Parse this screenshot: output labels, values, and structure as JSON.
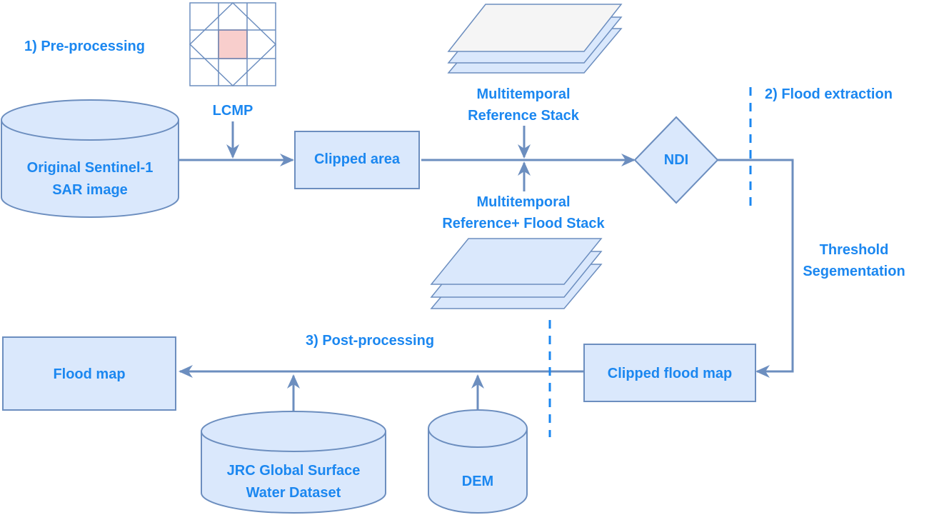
{
  "stages": {
    "pre_processing": "1) Pre-processing",
    "flood_extraction": "2) Flood extraction",
    "post_processing": "3) Post-processing"
  },
  "nodes": {
    "lcmp": "LCMP",
    "sentinel_line1": "Original Sentinel-1",
    "sentinel_line2": "SAR image",
    "clipped_area": "Clipped area",
    "ref_stack_line1": "Multitemporal",
    "ref_stack_line2": "Reference Stack",
    "flood_stack_line1": "Multitemporal",
    "flood_stack_line2": "Reference+ Flood Stack",
    "ndi": "NDI",
    "threshold_line1": "Threshold",
    "threshold_line2": "Segementation",
    "clipped_flood_map": "Clipped flood map",
    "flood_map": "Flood map",
    "jrc_line1": "JRC Global Surface",
    "jrc_line2": "Water Dataset",
    "dem": "DEM"
  },
  "colors": {
    "fill": "#dae8fc",
    "stroke": "#6c8ebf",
    "text": "#1b87f0",
    "highlight": "#f8cecc",
    "highlight_stroke": "#b85450",
    "top_layer": "#f5f5f5"
  },
  "icons": {
    "lcmp_grid": "grid-kernel-icon",
    "layer_stack": "layer-stack-icon"
  }
}
